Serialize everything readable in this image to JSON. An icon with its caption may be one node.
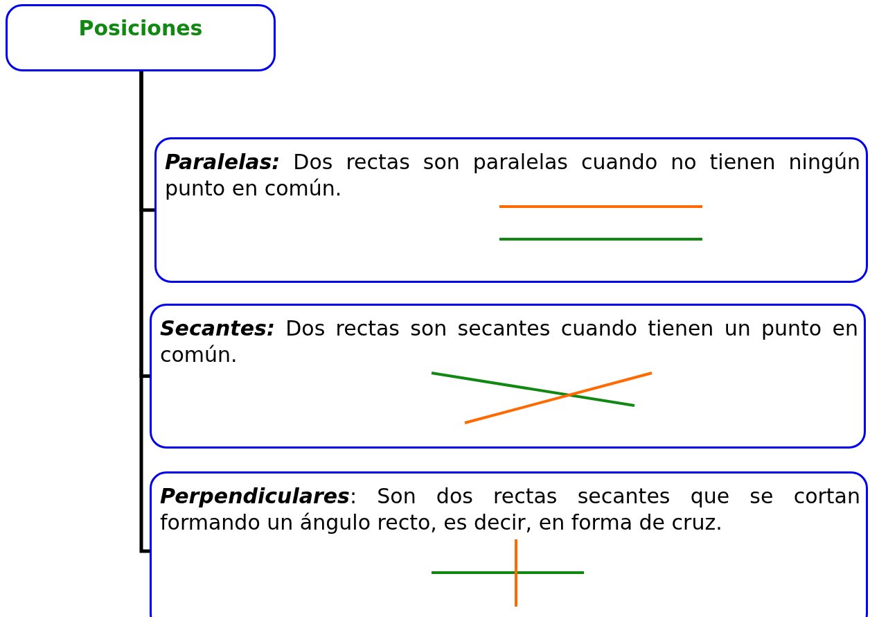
{
  "diagram": {
    "nodes": [
      {
        "text": [
          "Posiciones"
        ]
      },
      {
        "text": [
          "**Paralelas:** Dos rectas son paralelas cuando no tienen ningún punto en común."
        ]
      },
      {
        "text": [
          "**Secantes:** Dos rectas son secantes cuando tienen un punto en común."
        ]
      },
      {
        "text": [
          "**Perpendiculares**: Son dos rectas secantes que se cortan formando un ángulo recto, es decir, en forma de cruz."
        ]
      }
    ],
    "edges": [
      {
        "from": 0,
        "to": 1,
        "arrow": "none"
      },
      {
        "from": 0,
        "to": 2,
        "arrow": "none"
      },
      {
        "from": 0,
        "to": 3,
        "arrow": "none"
      }
    ]
  }
}
